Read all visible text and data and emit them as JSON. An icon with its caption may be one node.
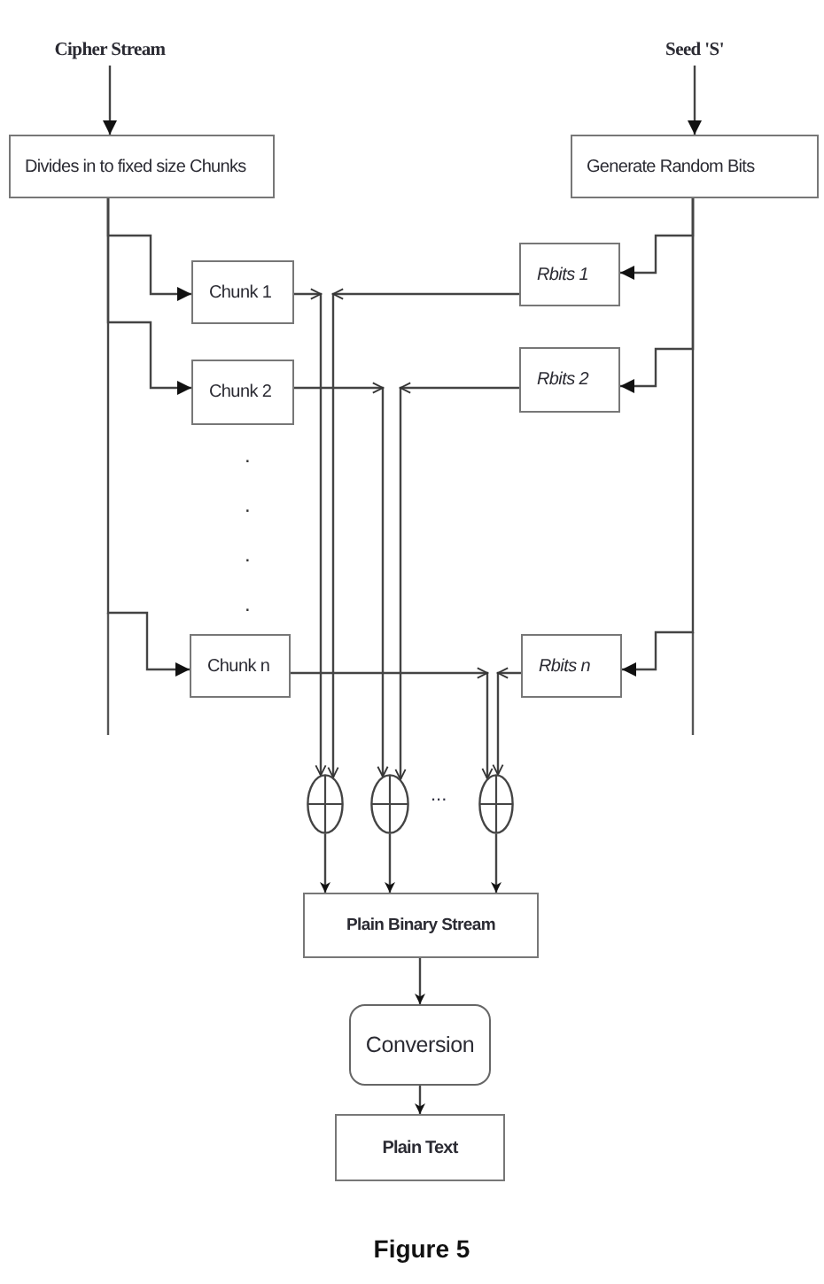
{
  "diagram": {
    "caption": "Figure 5",
    "nodes": [
      {
        "text": [
          "Cipher Stream"
        ]
      },
      {
        "text": [
          "Seed 'S'"
        ]
      },
      {
        "text": [
          "Divides in to fixed size Chunks"
        ]
      },
      {
        "text": [
          "Generate Random Bits"
        ]
      },
      {
        "text": [
          "Chunk 1"
        ]
      },
      {
        "text": [
          "Rbits 1"
        ]
      },
      {
        "text": [
          "Chunk 2"
        ]
      },
      {
        "text": [
          "Rbits 2"
        ]
      },
      {
        "text": [
          "Chunk n"
        ]
      },
      {
        "text": [
          "Rbits n"
        ]
      },
      {
        "text": [],
        "shape": "circle"
      },
      {
        "text": [],
        "shape": "circle"
      },
      {
        "text": [],
        "shape": "circle"
      },
      {
        "text": [
          "Plain Binary Stream"
        ]
      },
      {
        "text": [
          "Conversion"
        ]
      },
      {
        "text": [
          "Plain Text"
        ]
      }
    ],
    "edges": [
      {
        "from": 0,
        "to": 2,
        "arrow": "to"
      },
      {
        "from": 1,
        "to": 3,
        "arrow": "to"
      },
      {
        "from": 2,
        "to": 4,
        "arrow": "to"
      },
      {
        "from": 2,
        "to": 6,
        "arrow": "to"
      },
      {
        "from": 2,
        "to": 8,
        "arrow": "to"
      },
      {
        "from": 3,
        "to": 5,
        "arrow": "to"
      },
      {
        "from": 3,
        "to": 7,
        "arrow": "to"
      },
      {
        "from": 3,
        "to": 9,
        "arrow": "to"
      },
      {
        "from": 4,
        "to": 10,
        "arrow": "to"
      },
      {
        "from": 5,
        "to": 10,
        "arrow": "to"
      },
      {
        "from": 6,
        "to": 11,
        "arrow": "to"
      },
      {
        "from": 7,
        "to": 11,
        "arrow": "to"
      },
      {
        "from": 8,
        "to": 12,
        "arrow": "to"
      },
      {
        "from": 9,
        "to": 12,
        "arrow": "to"
      },
      {
        "from": 10,
        "to": 13,
        "arrow": "to"
      },
      {
        "from": 11,
        "to": 13,
        "arrow": "to"
      },
      {
        "from": 12,
        "to": 13,
        "arrow": "to"
      },
      {
        "from": 13,
        "to": 14,
        "arrow": "to"
      },
      {
        "from": 14,
        "to": 15,
        "arrow": "to"
      }
    ],
    "labels": [
      "....",
      "..."
    ]
  }
}
